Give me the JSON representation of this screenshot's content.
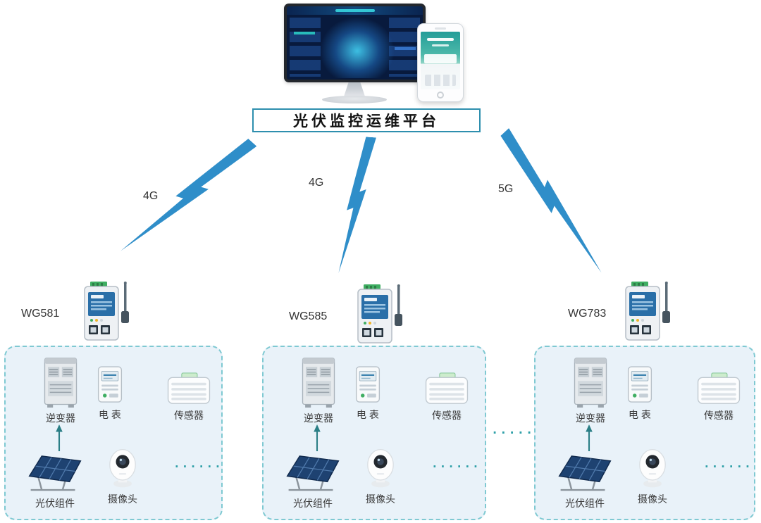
{
  "platform": {
    "title": "光伏监控运维平台"
  },
  "links": [
    {
      "label": "4G"
    },
    {
      "label": "4G"
    },
    {
      "label": "5G"
    }
  ],
  "gateways": [
    {
      "name": "WG581"
    },
    {
      "name": "WG585"
    },
    {
      "name": "WG783"
    }
  ],
  "sites": [
    {
      "inverter": "逆变器",
      "meter": "电 表",
      "sensor": "传感器",
      "pv": "光伏组件",
      "camera": "摄像头",
      "more": "......"
    },
    {
      "inverter": "逆变器",
      "meter": "电 表",
      "sensor": "传感器",
      "pv": "光伏组件",
      "camera": "摄像头",
      "more": "......"
    },
    {
      "inverter": "逆变器",
      "meter": "电 表",
      "sensor": "传感器",
      "pv": "光伏组件",
      "camera": "摄像头",
      "more": "......"
    }
  ],
  "ellipsis_between_sites": "......",
  "colors": {
    "bolt_blue": "#2f8ec9",
    "accent_teal": "#2fa0a8",
    "site_box_border": "#7fc9d2",
    "site_box_bg": "#e9f2f9",
    "title_border": "#2e8fae"
  }
}
